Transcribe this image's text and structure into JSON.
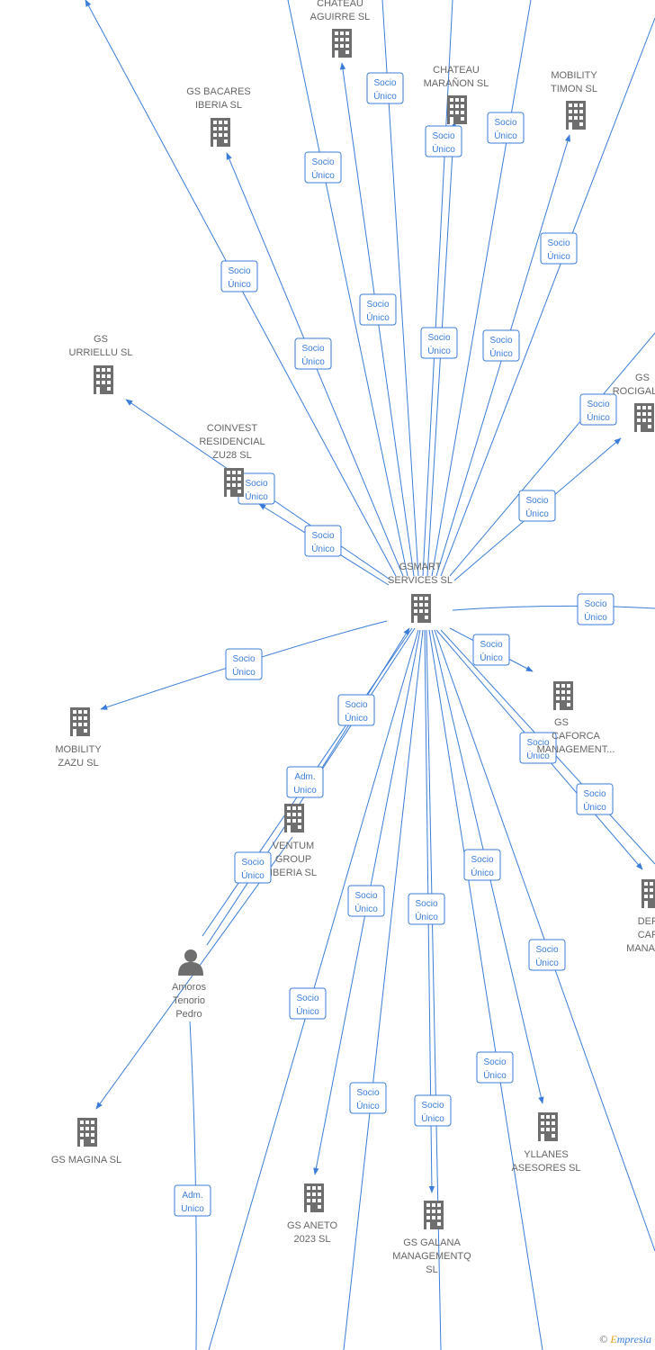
{
  "colors": {
    "edge": "#3b7dd8",
    "icon": "#6e6e6e",
    "label": "#666666"
  },
  "center": {
    "label": [
      "GSMART",
      "SERVICES  SL"
    ]
  },
  "nodes": [
    {
      "id": "aguirre",
      "label": [
        "CHATEAU",
        "AGUIRRE  SL"
      ],
      "icon": "building-icon"
    },
    {
      "id": "maranon",
      "label": [
        "CHATEAU",
        "MARAÑON  SL"
      ],
      "icon": "building-icon"
    },
    {
      "id": "timon",
      "label": [
        "MOBILITY",
        "TIMON  SL"
      ],
      "icon": "building-icon"
    },
    {
      "id": "bacares",
      "label": [
        "GS BACARES",
        "IBERIA  SL"
      ],
      "icon": "building-icon"
    },
    {
      "id": "urriellu",
      "label": [
        "GS",
        "URRIELLU  SL"
      ],
      "icon": "building-icon"
    },
    {
      "id": "coinvest",
      "label": [
        "COINVEST",
        "RESIDENCIAL",
        "ZU28  SL"
      ],
      "icon": "building-icon"
    },
    {
      "id": "rocigalgo",
      "label": [
        "GS",
        "ROCIGALGO"
      ],
      "icon": "building-icon"
    },
    {
      "id": "zazu",
      "label": [
        "MOBILITY",
        "ZAZU  SL"
      ],
      "icon": "building-icon"
    },
    {
      "id": "caforca",
      "label": [
        "GS",
        "CAFORCA",
        "MANAGEMENT..."
      ],
      "icon": "building-icon"
    },
    {
      "id": "ventum",
      "label": [
        "VENTUM",
        "GROUP",
        "IBERIA  SL"
      ],
      "icon": "building-icon"
    },
    {
      "id": "dep",
      "label": [
        "DEP",
        "CAP",
        "MANAGE"
      ],
      "icon": "building-icon"
    },
    {
      "id": "amoros",
      "label": [
        "Amoros",
        "Tenorio",
        "Pedro"
      ],
      "icon": "person-icon"
    },
    {
      "id": "magina",
      "label": [
        "GS MAGINA  SL"
      ],
      "icon": "building-icon"
    },
    {
      "id": "aneto",
      "label": [
        "GS ANETO",
        "2023  SL"
      ],
      "icon": "building-icon"
    },
    {
      "id": "galana",
      "label": [
        "GS GALANA",
        "MANAGEMENTQ",
        "SL"
      ],
      "icon": "building-icon"
    },
    {
      "id": "yllanes",
      "label": [
        "YLLANES",
        "ASESORES  SL"
      ],
      "icon": "building-icon"
    }
  ],
  "relations": [
    {
      "label": [
        "Socio",
        "Único"
      ]
    },
    {
      "label": [
        "Adm.",
        "Unico"
      ]
    }
  ],
  "copyright": {
    "symbol": "©",
    "brand_first": "E",
    "brand_rest": "mpresia"
  }
}
